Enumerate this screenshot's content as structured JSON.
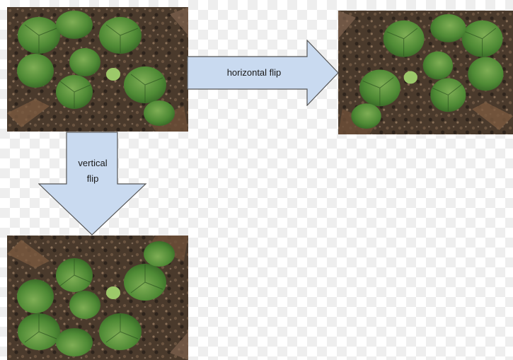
{
  "arrows": {
    "horizontal_label": "horizontal flip",
    "vertical_label": "vertical\nflip",
    "fill_color": "#c9daf0",
    "stroke_color": "#555555"
  },
  "images": {
    "original": "strawberry-plant-photo",
    "horizontal_flip": "strawberry-plant-photo-mirrored-left-right",
    "vertical_flip": "strawberry-plant-photo-mirrored-top-bottom"
  }
}
